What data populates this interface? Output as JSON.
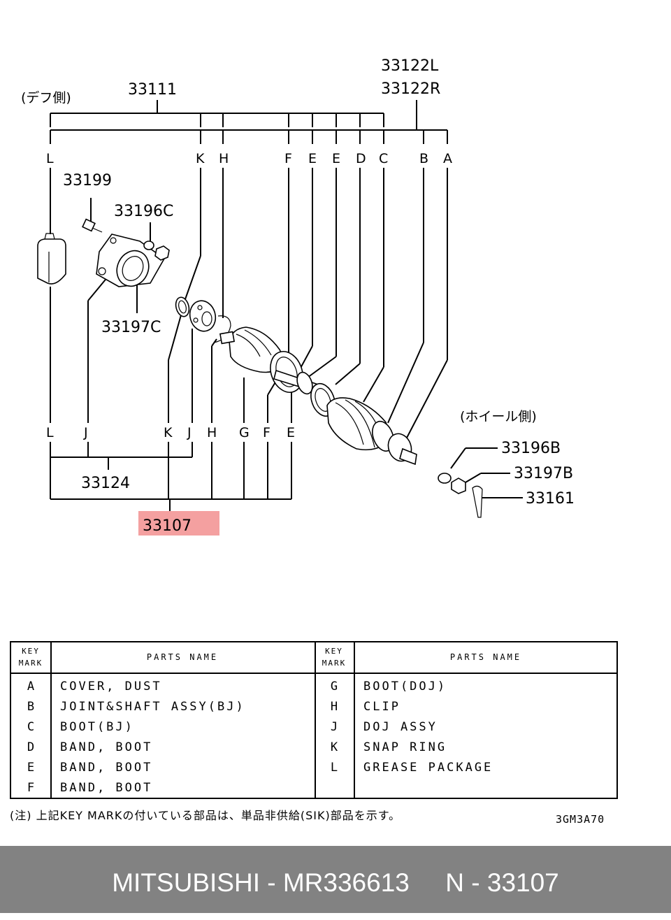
{
  "diagram": {
    "side_labels": {
      "diff": "(デフ側)",
      "wheel": "(ホイール側)"
    },
    "part_numbers": {
      "p33111": "33111",
      "p33122l": "33122L",
      "p33122r": "33122R",
      "p33199": "33199",
      "p33196c": "33196C",
      "p33197c": "33197C",
      "p33124": "33124",
      "p33107": "33107",
      "p33196b": "33196B",
      "p33197b": "33197B",
      "p33161": "33161"
    },
    "top_keys": [
      "L",
      "K",
      "H",
      "F",
      "E",
      "E",
      "D",
      "C",
      "B",
      "A"
    ],
    "bottom_keys": [
      "L",
      "J",
      "K",
      "J",
      "H",
      "G",
      "F",
      "E"
    ],
    "highlight_color": "#f4a0a0"
  },
  "table": {
    "key_header_line1": "KEY",
    "key_header_line2": "MARK",
    "name_header": "PARTS NAME",
    "left_rows": [
      {
        "key": "A",
        "name": "COVER, DUST"
      },
      {
        "key": "B",
        "name": "JOINT&SHAFT ASSY(BJ)"
      },
      {
        "key": "C",
        "name": "BOOT(BJ)"
      },
      {
        "key": "D",
        "name": "BAND, BOOT"
      },
      {
        "key": "E",
        "name": "BAND, BOOT"
      },
      {
        "key": "F",
        "name": "BAND, BOOT"
      }
    ],
    "right_rows": [
      {
        "key": "G",
        "name": "BOOT(DOJ)"
      },
      {
        "key": "H",
        "name": "CLIP"
      },
      {
        "key": "J",
        "name": "DOJ ASSY"
      },
      {
        "key": "K",
        "name": "SNAP RING"
      },
      {
        "key": "L",
        "name": "GREASE PACKAGE"
      }
    ]
  },
  "note": "(注) 上記KEY MARKの付いている部品は、単品非供給(SIK)部品を示す。",
  "drawing_code": "3GM3A70",
  "footer": {
    "brand": "MITSUBISHI",
    "part_number": "MR336613",
    "ref": "N - 33107"
  },
  "footer_text": "MITSUBISHI - MR336613     N - 33107"
}
